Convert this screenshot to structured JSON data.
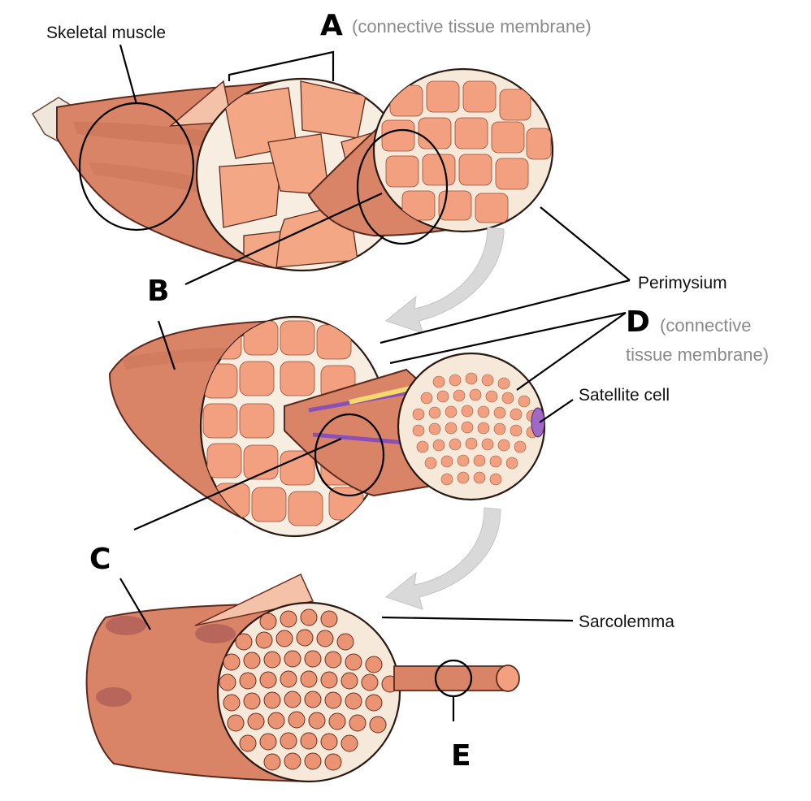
{
  "labels": {
    "skeletal_muscle": "Skeletal muscle",
    "a_letter": "A",
    "a_note": "(connective tissue membrane)",
    "b_letter": "B",
    "perimysium": "Perimysium",
    "d_letter": "D",
    "d_note_line1": "(connective",
    "d_note_line2": "tissue membrane)",
    "satellite_cell": "Satellite cell",
    "c_letter": "C",
    "sarcolemma": "Sarcolemma",
    "e_letter": "E"
  },
  "colors": {
    "muscle": "#d98466",
    "fascicle": "#f3a784",
    "connective_tissue": "#f7eee1",
    "note_text": "#8a8a8a",
    "arrow": "#d9d9d9"
  }
}
